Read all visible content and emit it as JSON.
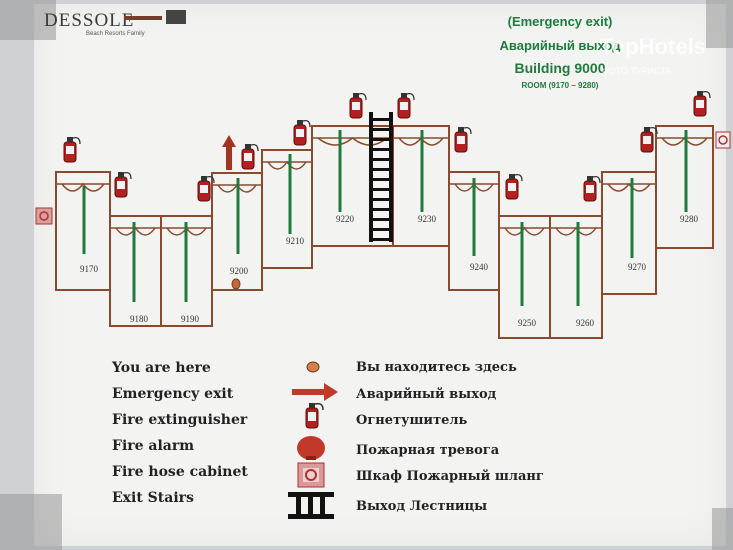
{
  "header": {
    "brand": "DESSOLE",
    "brand_sub": "Beach Resorts Family",
    "title_en": "(Emergency exit)",
    "title_ru": "Аварийный выход",
    "building": "Building 9000",
    "rooms": "ROOM (9170 – 9280)"
  },
  "watermark": {
    "text": "TopHotels",
    "sub": "ФОТО ТУРИСТА"
  },
  "rooms": [
    {
      "id": "r9170",
      "label": "9170"
    },
    {
      "id": "r9180",
      "label": "9180"
    },
    {
      "id": "r9190",
      "label": "9190"
    },
    {
      "id": "r9200",
      "label": "9200"
    },
    {
      "id": "r9210",
      "label": "9210"
    },
    {
      "id": "r9220",
      "label": "9220"
    },
    {
      "id": "r9230",
      "label": "9230"
    },
    {
      "id": "r9240",
      "label": "9240"
    },
    {
      "id": "r9250",
      "label": "9250"
    },
    {
      "id": "r9260",
      "label": "9260"
    },
    {
      "id": "r9270",
      "label": "9270"
    },
    {
      "id": "r9280",
      "label": "9280"
    }
  ],
  "legend": [
    {
      "en": "You are here",
      "ru": "Вы находитесь здесь",
      "icon": "you-are-here-icon"
    },
    {
      "en": "Emergency exit",
      "ru": "Аварийный выход",
      "icon": "exit-arrow-icon"
    },
    {
      "en": "Fire extinguisher",
      "ru": "Огнетушитель",
      "icon": "fire-extinguisher-icon"
    },
    {
      "en": "Fire alarm",
      "ru": "Пожарная тревога",
      "icon": "fire-alarm-icon"
    },
    {
      "en": "Fire hose cabinet",
      "ru": "Шкаф Пожарный шланг",
      "icon": "fire-hose-cabinet-icon"
    },
    {
      "en": "Exit Stairs",
      "ru": "Выход Лестницы",
      "icon": "exit-stairs-icon"
    }
  ],
  "colors": {
    "wall": "#8b4a2e",
    "corridor": "#1f7a3d",
    "fire_red": "#c0392b",
    "stairs": "#111111"
  }
}
